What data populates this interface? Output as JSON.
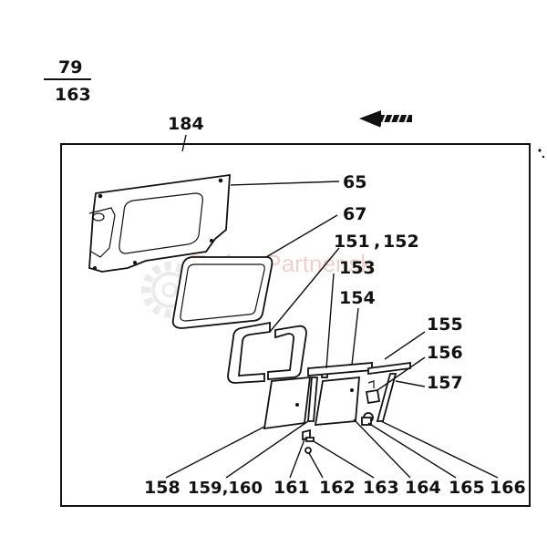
{
  "page_fraction": {
    "numerator": "79",
    "denominator": "163"
  },
  "figure_ref": "184",
  "watermark": "TraktorPartner.sk",
  "callouts": {
    "c65": "65",
    "c67": "67",
    "c151": "151",
    "c152": "152",
    "c153": "153",
    "c154": "154",
    "c155": "155",
    "c156": "156",
    "c157": "157",
    "c158": "158",
    "c159_160": "159,160",
    "c161": "161",
    "c162": "162",
    "c163": "163",
    "c164": "164",
    "c165": "165",
    "c166": "166"
  },
  "colors": {
    "ink": "#111111",
    "paper": "#ffffff",
    "watermark": "#e2aaaa"
  },
  "icons": {
    "direction": "direction-arrow-icon",
    "gear": "gear-watermark-icon"
  }
}
